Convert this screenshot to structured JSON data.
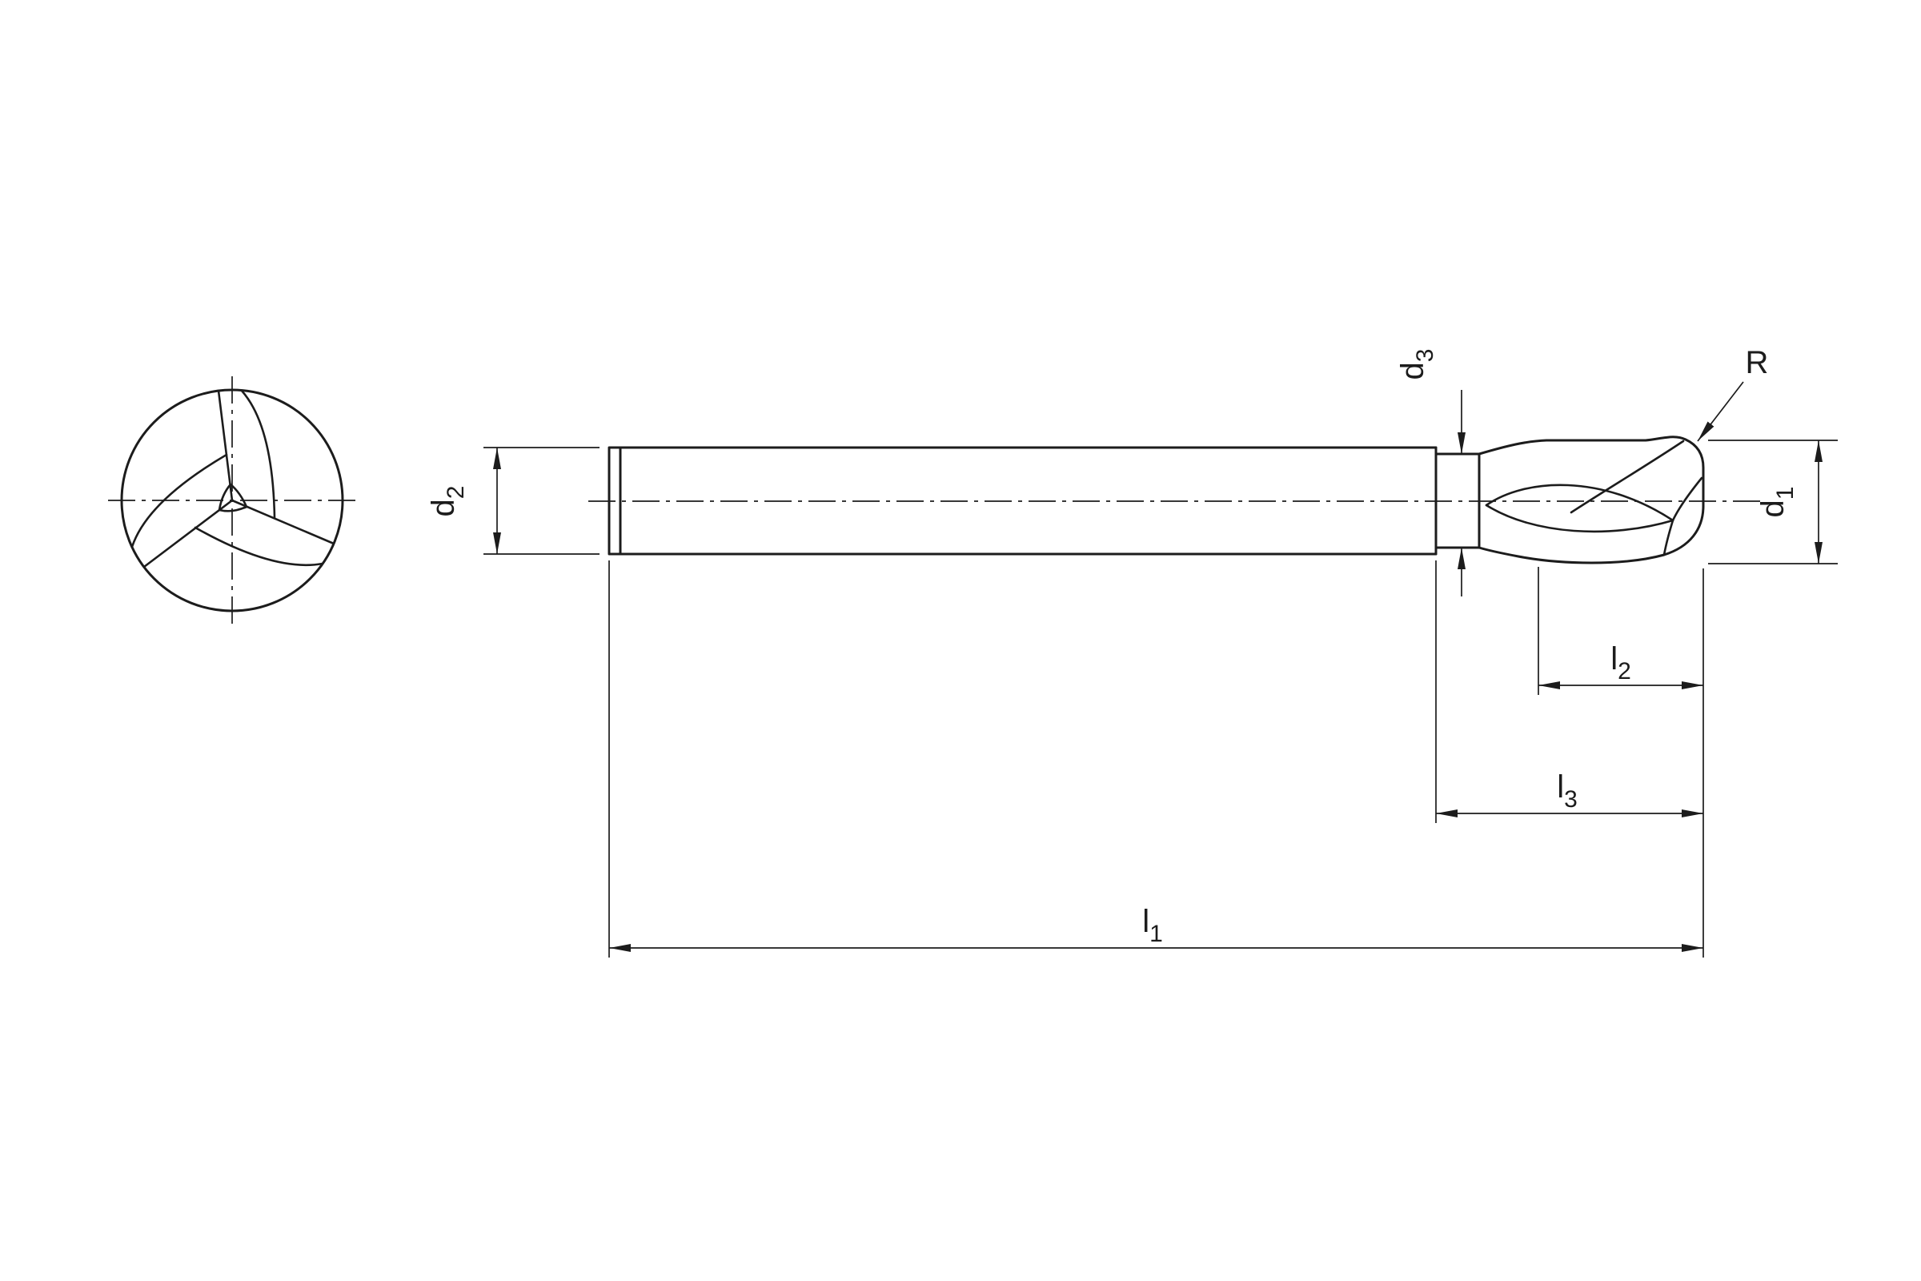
{
  "colors": {
    "background": "#ffffff",
    "line": "#1c1c1c"
  },
  "drawing": {
    "type": "technical-drawing",
    "views": [
      "end-view",
      "side-view"
    ]
  },
  "dimensions": {
    "d2": {
      "label": "d",
      "sub": "2"
    },
    "d3": {
      "label": "d",
      "sub": "3"
    },
    "d1": {
      "label": "d",
      "sub": "1"
    },
    "radius": {
      "label": "R",
      "sub": ""
    },
    "l2": {
      "label": "l",
      "sub": "2"
    },
    "l3": {
      "label": "l",
      "sub": "3"
    },
    "l1": {
      "label": "l",
      "sub": "1"
    }
  }
}
